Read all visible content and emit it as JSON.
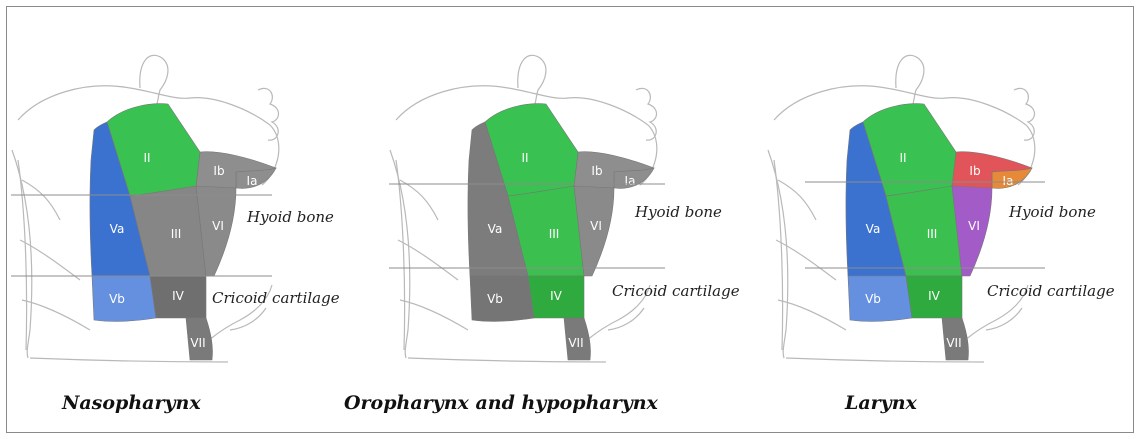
{
  "figure": {
    "landmarks": {
      "hyoid": "Hyoid bone",
      "cricoid": "Cricoid cartilage"
    },
    "panels": [
      {
        "caption": "Nasopharynx",
        "levels": {
          "Ia": {
            "label": "Ia",
            "color": "#8e8e8e"
          },
          "Ib": {
            "label": "Ib",
            "color": "#8e8e8e"
          },
          "II": {
            "label": "II",
            "color": "#39c151"
          },
          "Va": {
            "label": "Va",
            "color": "#3c72cf"
          },
          "III": {
            "label": "III",
            "color": "#868686"
          },
          "VI": {
            "label": "VI",
            "color": "#8a8a8a"
          },
          "Vb": {
            "label": "Vb",
            "color": "#6590e0"
          },
          "IV": {
            "label": "IV",
            "color": "#6f6f6f"
          },
          "VII": {
            "label": "VII",
            "color": "#7a7a7a"
          }
        }
      },
      {
        "caption": "Oropharynx and hypopharynx",
        "levels": {
          "Ia": {
            "label": "Ia",
            "color": "#8e8e8e"
          },
          "Ib": {
            "label": "Ib",
            "color": "#8e8e8e"
          },
          "II": {
            "label": "II",
            "color": "#39c151"
          },
          "Va": {
            "label": "Va",
            "color": "#7c7c7c"
          },
          "III": {
            "label": "III",
            "color": "#3bbf4f"
          },
          "VI": {
            "label": "VI",
            "color": "#8a8a8a"
          },
          "Vb": {
            "label": "Vb",
            "color": "#757575"
          },
          "IV": {
            "label": "IV",
            "color": "#2faa3f"
          },
          "VII": {
            "label": "VII",
            "color": "#7a7a7a"
          }
        }
      },
      {
        "caption": "Larynx",
        "levels": {
          "Ia": {
            "label": "Ia",
            "color": "#e68a3a"
          },
          "Ib": {
            "label": "Ib",
            "color": "#e0545a"
          },
          "II": {
            "label": "II",
            "color": "#39c151"
          },
          "Va": {
            "label": "Va",
            "color": "#3c72cf"
          },
          "III": {
            "label": "III",
            "color": "#3bbf4f"
          },
          "VI": {
            "label": "VI",
            "color": "#a35bc8"
          },
          "Vb": {
            "label": "Vb",
            "color": "#6590e0"
          },
          "IV": {
            "label": "IV",
            "color": "#2faa3f"
          },
          "VII": {
            "label": "VII",
            "color": "#7a7a7a"
          }
        }
      }
    ]
  }
}
